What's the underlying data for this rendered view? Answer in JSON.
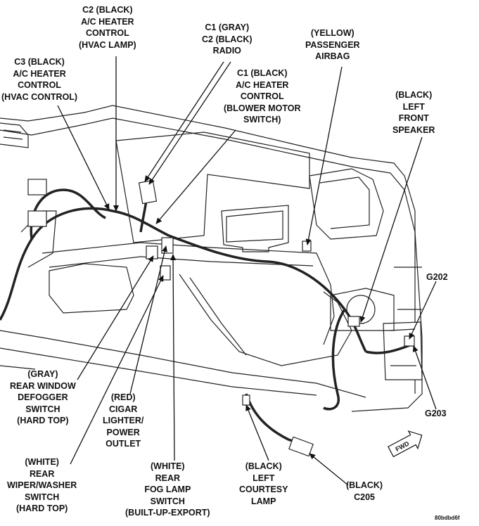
{
  "labels": {
    "c2_hvac_lamp": [
      "C2 (BLACK)",
      "A/C HEATER",
      "CONTROL",
      "(HVAC LAMP)"
    ],
    "c1_c2_radio": [
      "C1 (GRAY)",
      "C2 (BLACK)",
      "RADIO"
    ],
    "passenger_airbag": [
      "(YELLOW)",
      "PASSENGER",
      "AIRBAG"
    ],
    "c3_hvac_control": [
      "C3 (BLACK)",
      "A/C HEATER",
      "CONTROL",
      "(HVAC CONTROL)"
    ],
    "c1_blower_motor": [
      "C1 (BLACK)",
      "A/C HEATER",
      "CONTROL",
      "(BLOWER MOTOR",
      "SWITCH)"
    ],
    "left_front_speaker": [
      "(BLACK)",
      "LEFT",
      "FRONT",
      "SPEAKER"
    ],
    "g202": [
      "G202"
    ],
    "g203": [
      "G203"
    ],
    "rear_window_defogger": [
      "(GRAY)",
      "REAR WINDOW",
      "DEFOGGER",
      "SWITCH",
      "(HARD TOP)"
    ],
    "cigar_lighter": [
      "(RED)",
      "CIGAR",
      "LIGHTER/",
      "POWER",
      "OUTLET"
    ],
    "rear_wiper_washer": [
      "(WHITE)",
      "REAR",
      "WIPER/WASHER",
      "SWITCH",
      "(HARD TOP)"
    ],
    "rear_fog_lamp": [
      "(WHITE)",
      "REAR",
      "FOG LAMP",
      "SWITCH",
      "(BUILT-UP-EXPORT)"
    ],
    "left_courtesy_lamp": [
      "(BLACK)",
      "LEFT",
      "COURTESY",
      "LAMP"
    ],
    "c205": [
      "(BLACK)",
      "C205"
    ]
  },
  "fwd_label": "FWD",
  "figure_code": "80bdbd6f"
}
